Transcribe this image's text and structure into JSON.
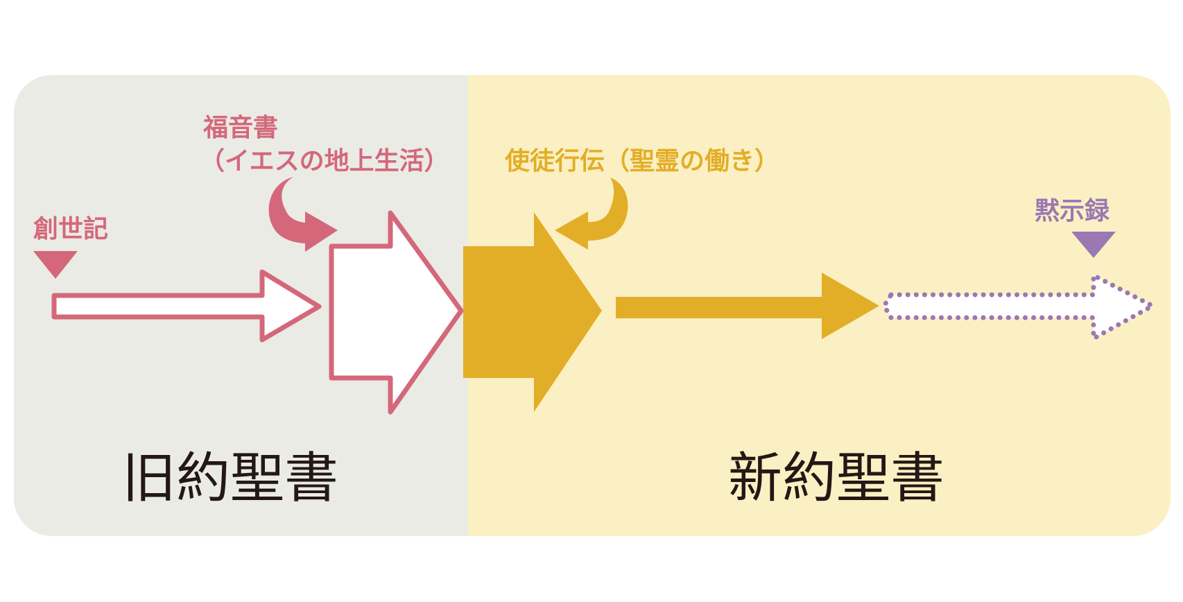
{
  "colors": {
    "old_testament_bg": "#ebebe6",
    "new_testament_bg": "#fbf0c3",
    "pink": "#d4687a",
    "gold": "#e3ae27",
    "purple": "#9b78b3",
    "text_dark": "#231815"
  },
  "sections": {
    "old_testament": "旧約聖書",
    "new_testament": "新約聖書"
  },
  "labels": {
    "genesis": "創世記",
    "gospels_title": "福音書",
    "gospels_subtitle": "（イエスの地上生活）",
    "acts": "使徒行伝（聖霊の働き）",
    "revelation": "黙示録"
  }
}
